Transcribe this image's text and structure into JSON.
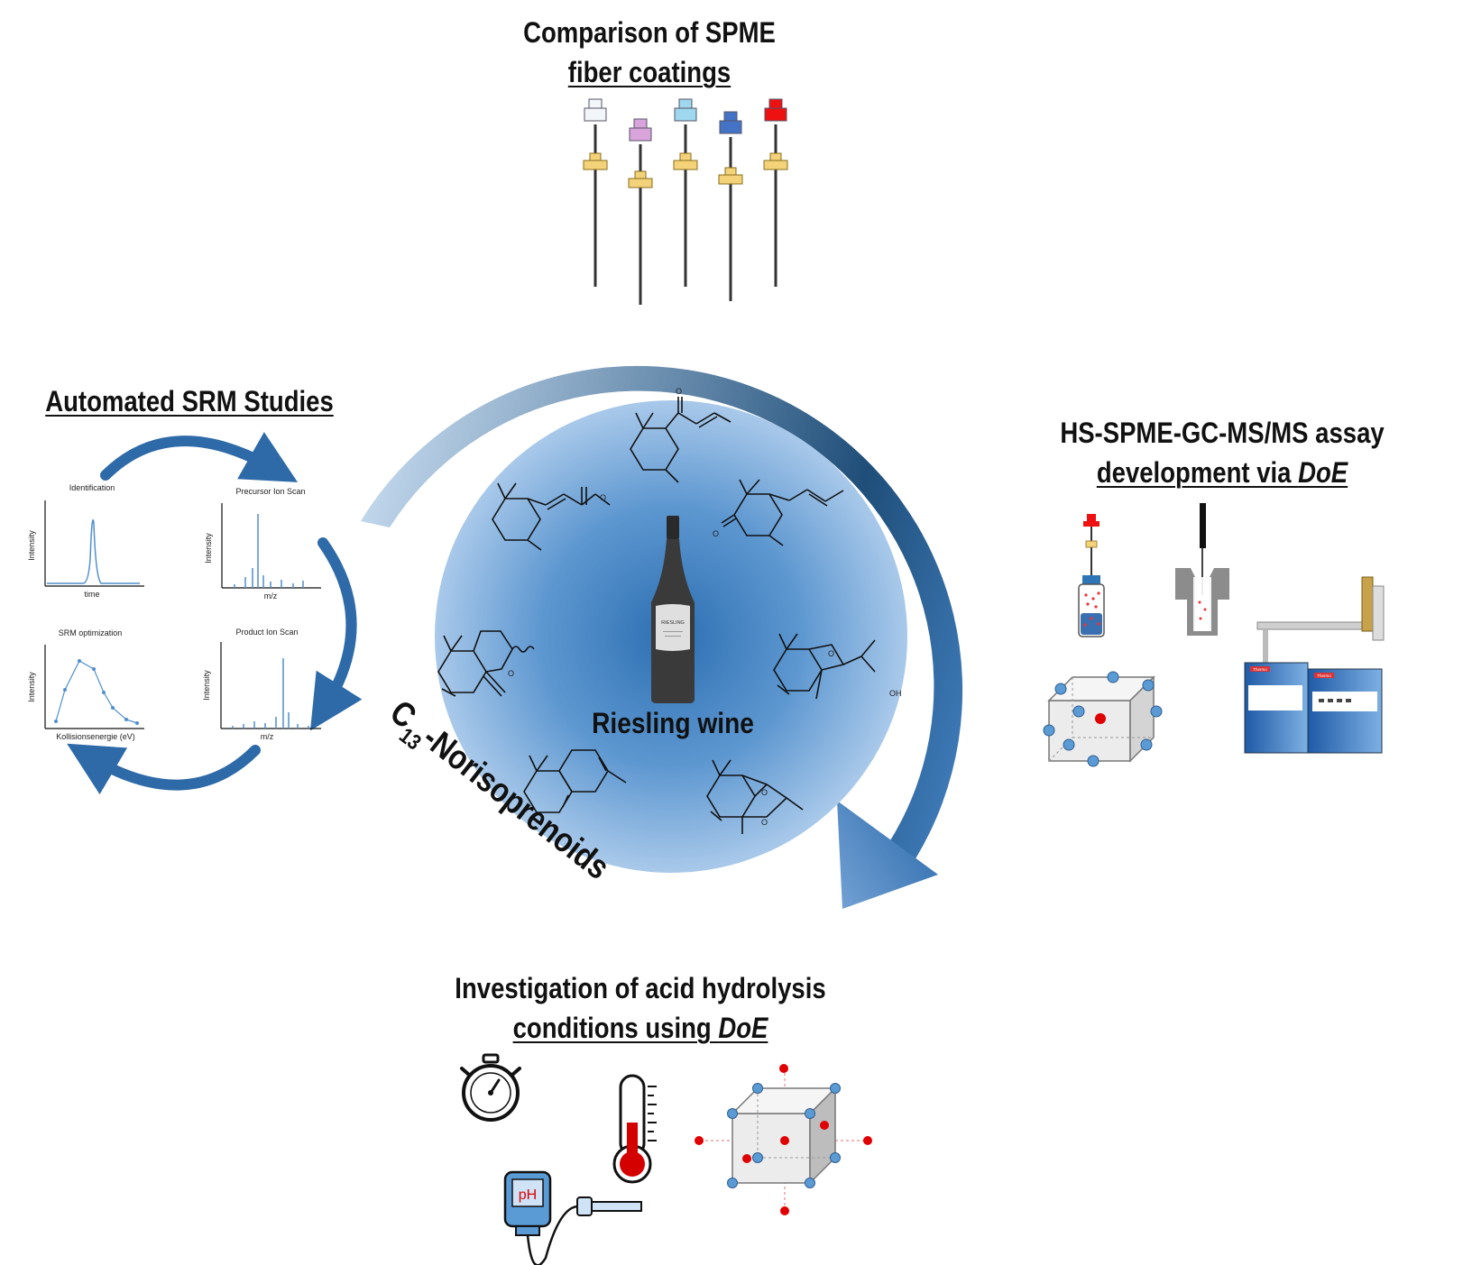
{
  "sections": {
    "spme": {
      "line1": "Comparison of SPME",
      "line2": "fiber coatings"
    },
    "srm": {
      "title": "Automated SRM Studies"
    },
    "assay": {
      "line1": "HS-SPME-GC-MS/MS assay",
      "line2_pre": "development via ",
      "line2_em": "DoE"
    },
    "hydrolysis": {
      "line1": "Investigation of acid hydrolysis",
      "line2_pre": "conditions using ",
      "line2_em": "DoE"
    }
  },
  "center": {
    "wine_label": "Riesling wine",
    "bottle_brand": "RIESLING"
  },
  "arc_label": {
    "c": "C",
    "sub": "13",
    "rest": "-Norisoprenoids"
  },
  "srm_panels": [
    {
      "title": "Identification",
      "xlabel": "time",
      "ylabel": "Intensity"
    },
    {
      "title": "Precursor Ion Scan",
      "xlabel": "m/z",
      "ylabel": "Intensity"
    },
    {
      "title": "SRM optimization",
      "xlabel": "Kollisionsenergie (eV)",
      "ylabel": "Intensity"
    },
    {
      "title": "Product Ion Scan",
      "xlabel": "m/z",
      "ylabel": "Intensity"
    }
  ],
  "molecule_labels": {
    "hydroxyl": "OH",
    "oxygen": "O"
  },
  "ph_meter_label": "pH",
  "instrument_brand": "Thermo",
  "fiber_colors": [
    "#f2f6fb",
    "#d9a3dc",
    "#9fd8ee",
    "#4472c4",
    "#ee1111"
  ],
  "colors": {
    "arc_light": "#c7dcf0",
    "arc_dark": "#1f4e79",
    "circle_center": "#2d6fb2",
    "circle_edge": "#a9c9ea",
    "doe_blue": "#5b9bd5",
    "doe_red": "#e00000"
  }
}
